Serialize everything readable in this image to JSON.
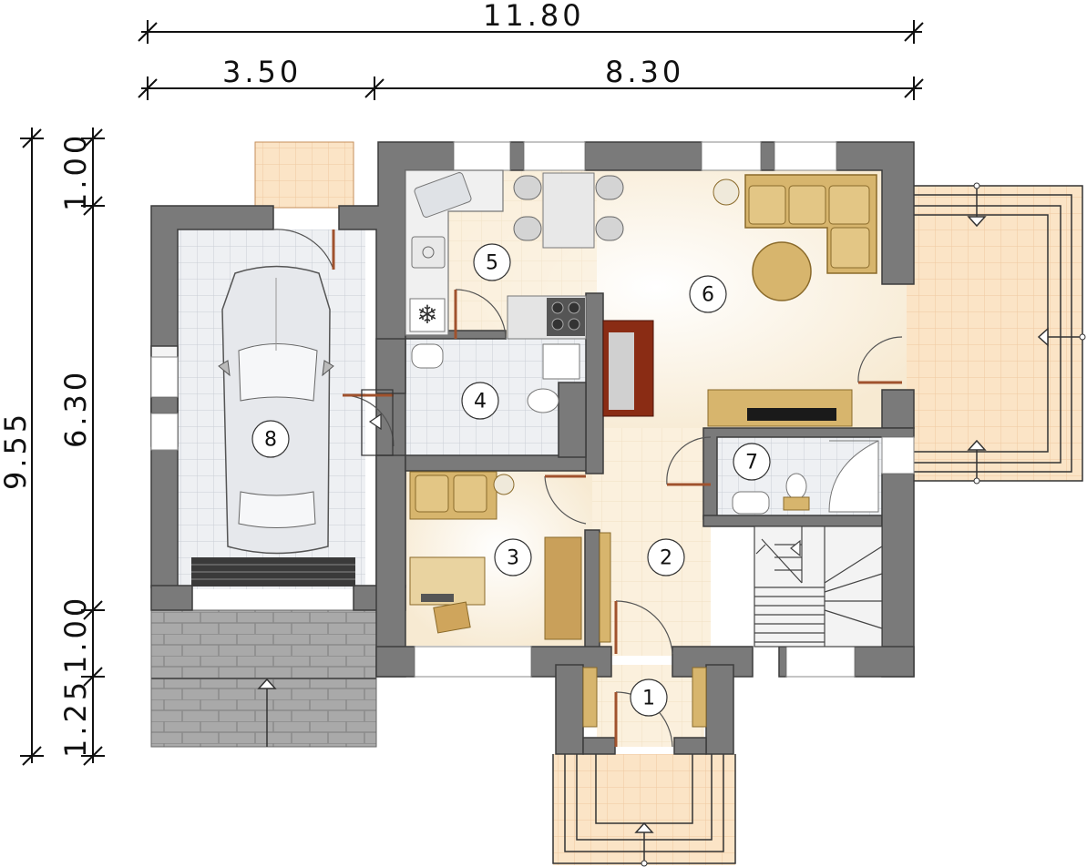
{
  "dimensions": {
    "total_width": "11.80",
    "left_width": "3.50",
    "right_width": "8.30",
    "total_depth": "9.55",
    "depth_top": "1.00",
    "depth_middle": "6.30",
    "depth_lower": "1.00",
    "depth_bottom": "1.25"
  },
  "rooms": [
    {
      "number": "1"
    },
    {
      "number": "2"
    },
    {
      "number": "3"
    },
    {
      "number": "4"
    },
    {
      "number": "5"
    },
    {
      "number": "6"
    },
    {
      "number": "7"
    },
    {
      "number": "8"
    }
  ],
  "colors": {
    "wall": "#7a7a7a",
    "wall_edge": "#3c3c3c",
    "living_floor": "#fbf2e2",
    "tile_floor": "#eef0f3",
    "terrace": "#fbe4c6",
    "paving": "#a6a6a6",
    "sofa": "#d7b56d",
    "desk": "#e9d3a0"
  }
}
